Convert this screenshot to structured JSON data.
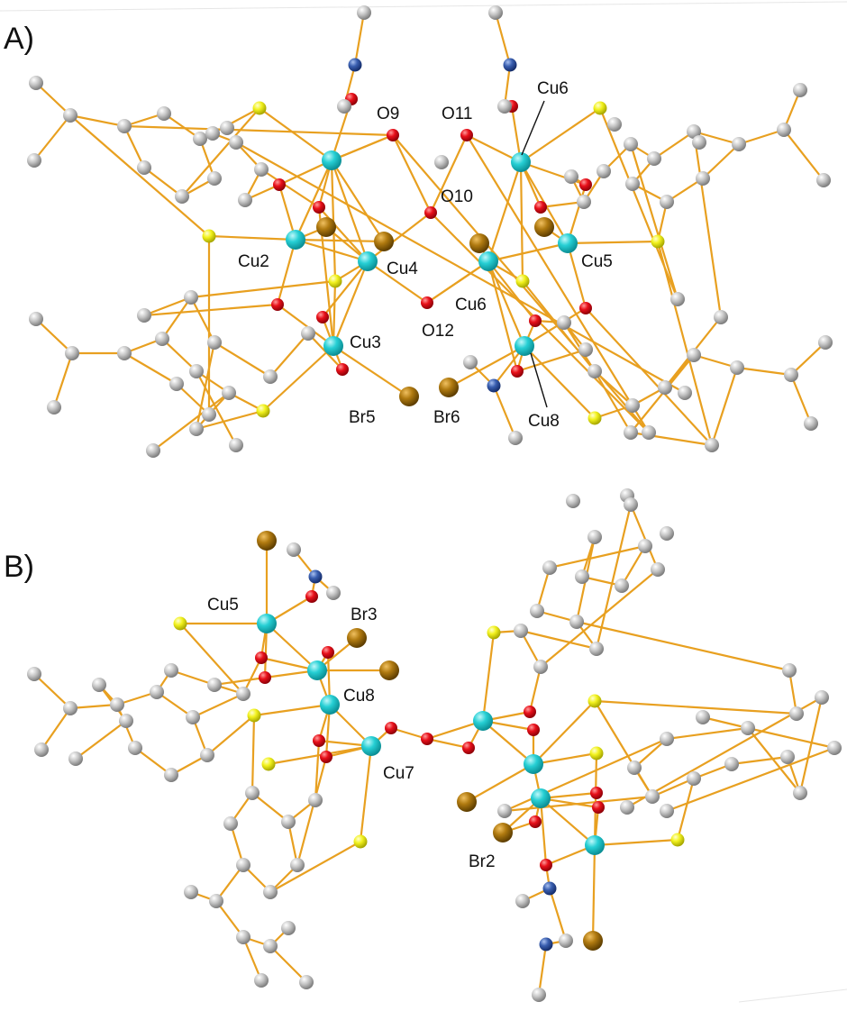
{
  "figure": {
    "panels": [
      {
        "id": "A",
        "label": "A)",
        "atom_labels": [
          "O9",
          "O11",
          "Cu6",
          "O10",
          "Cu2",
          "Cu4",
          "Cu5",
          "Cu6",
          "O12",
          "Cu3",
          "Br5",
          "Br6",
          "Cu8"
        ]
      },
      {
        "id": "B",
        "label": "B)",
        "atom_labels": [
          "Cu5",
          "Br3",
          "Cu8",
          "Cu7",
          "Br2"
        ]
      }
    ]
  },
  "colors": {
    "copper": "#26cfd4",
    "oxygen": "#e8101a",
    "sulfur": "#f2f21e",
    "bromine": "#b07a10",
    "nitrogen": "#3a5fb0",
    "carbon": "#c4c4c4",
    "bond": "#e8a020"
  }
}
